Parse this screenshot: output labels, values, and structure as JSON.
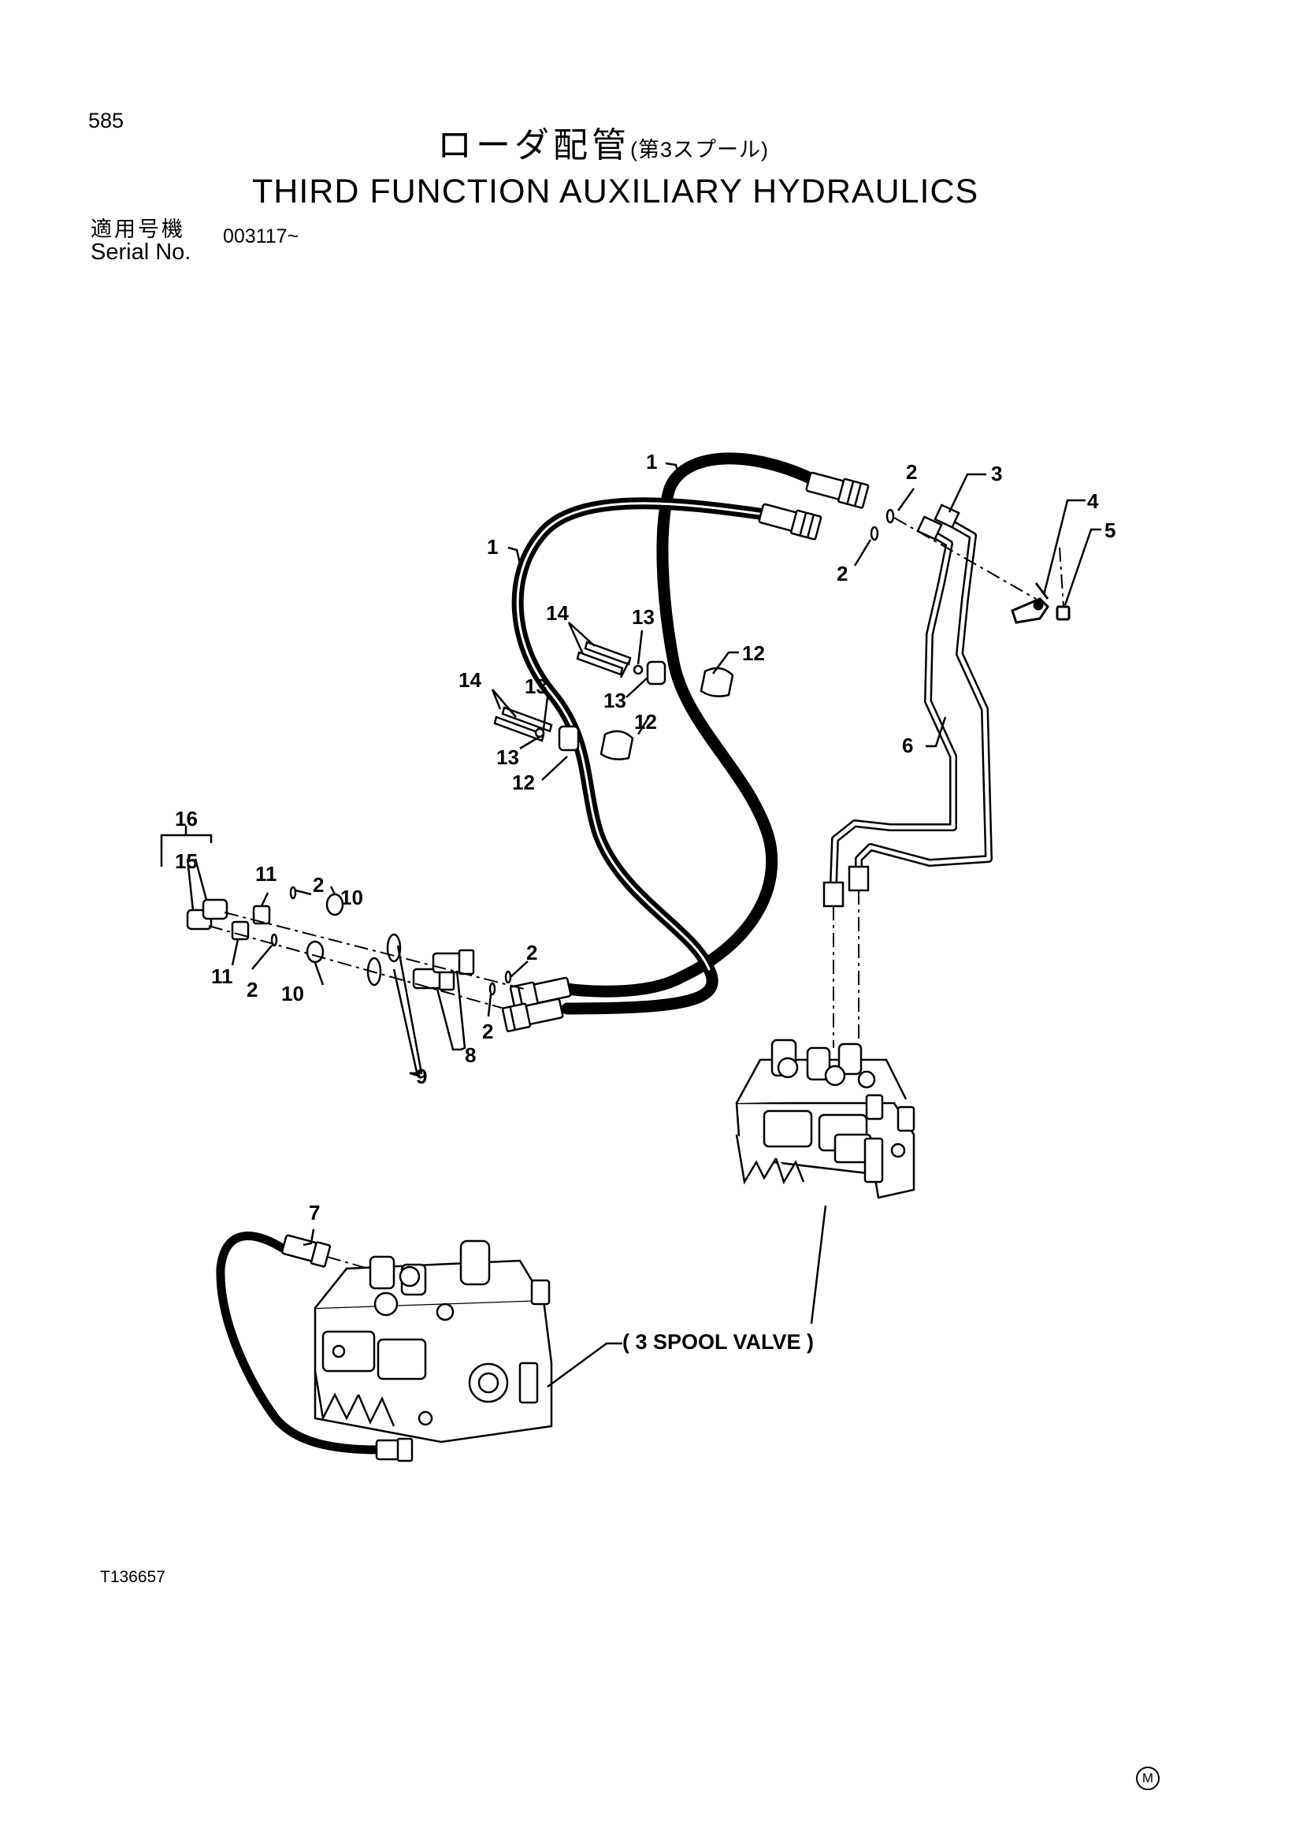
{
  "header": {
    "page_number": "585",
    "title_jp": "ローダ配管",
    "title_jp_sub": "(第3スプール)",
    "title_en": "THIRD FUNCTION AUXILIARY HYDRAULICS",
    "serial_label_jp": "適用号機",
    "serial_label_en": "Serial No.",
    "serial_value": "003117~"
  },
  "callouts": {
    "c1a": "1",
    "c1b": "1",
    "c2a": "2",
    "c2b": "2",
    "c2c": "2",
    "c2d": "2",
    "c2e": "2",
    "c2f": "2",
    "c3": "3",
    "c4": "4",
    "c5": "5",
    "c6": "6",
    "c7": "7",
    "c8": "8",
    "c9": "9",
    "c10a": "10",
    "c10b": "10",
    "c11a": "11",
    "c11b": "11",
    "c12a": "12",
    "c12b": "12",
    "c12c": "12",
    "c13a": "13",
    "c13b": "13",
    "c13c": "13",
    "c13d": "13",
    "c14a": "14",
    "c14b": "14",
    "c15": "15",
    "c16": "16"
  },
  "assembly_label": "( 3 SPOOL VALVE )",
  "footer": {
    "drawing_number": "T136657",
    "mark": "M"
  }
}
